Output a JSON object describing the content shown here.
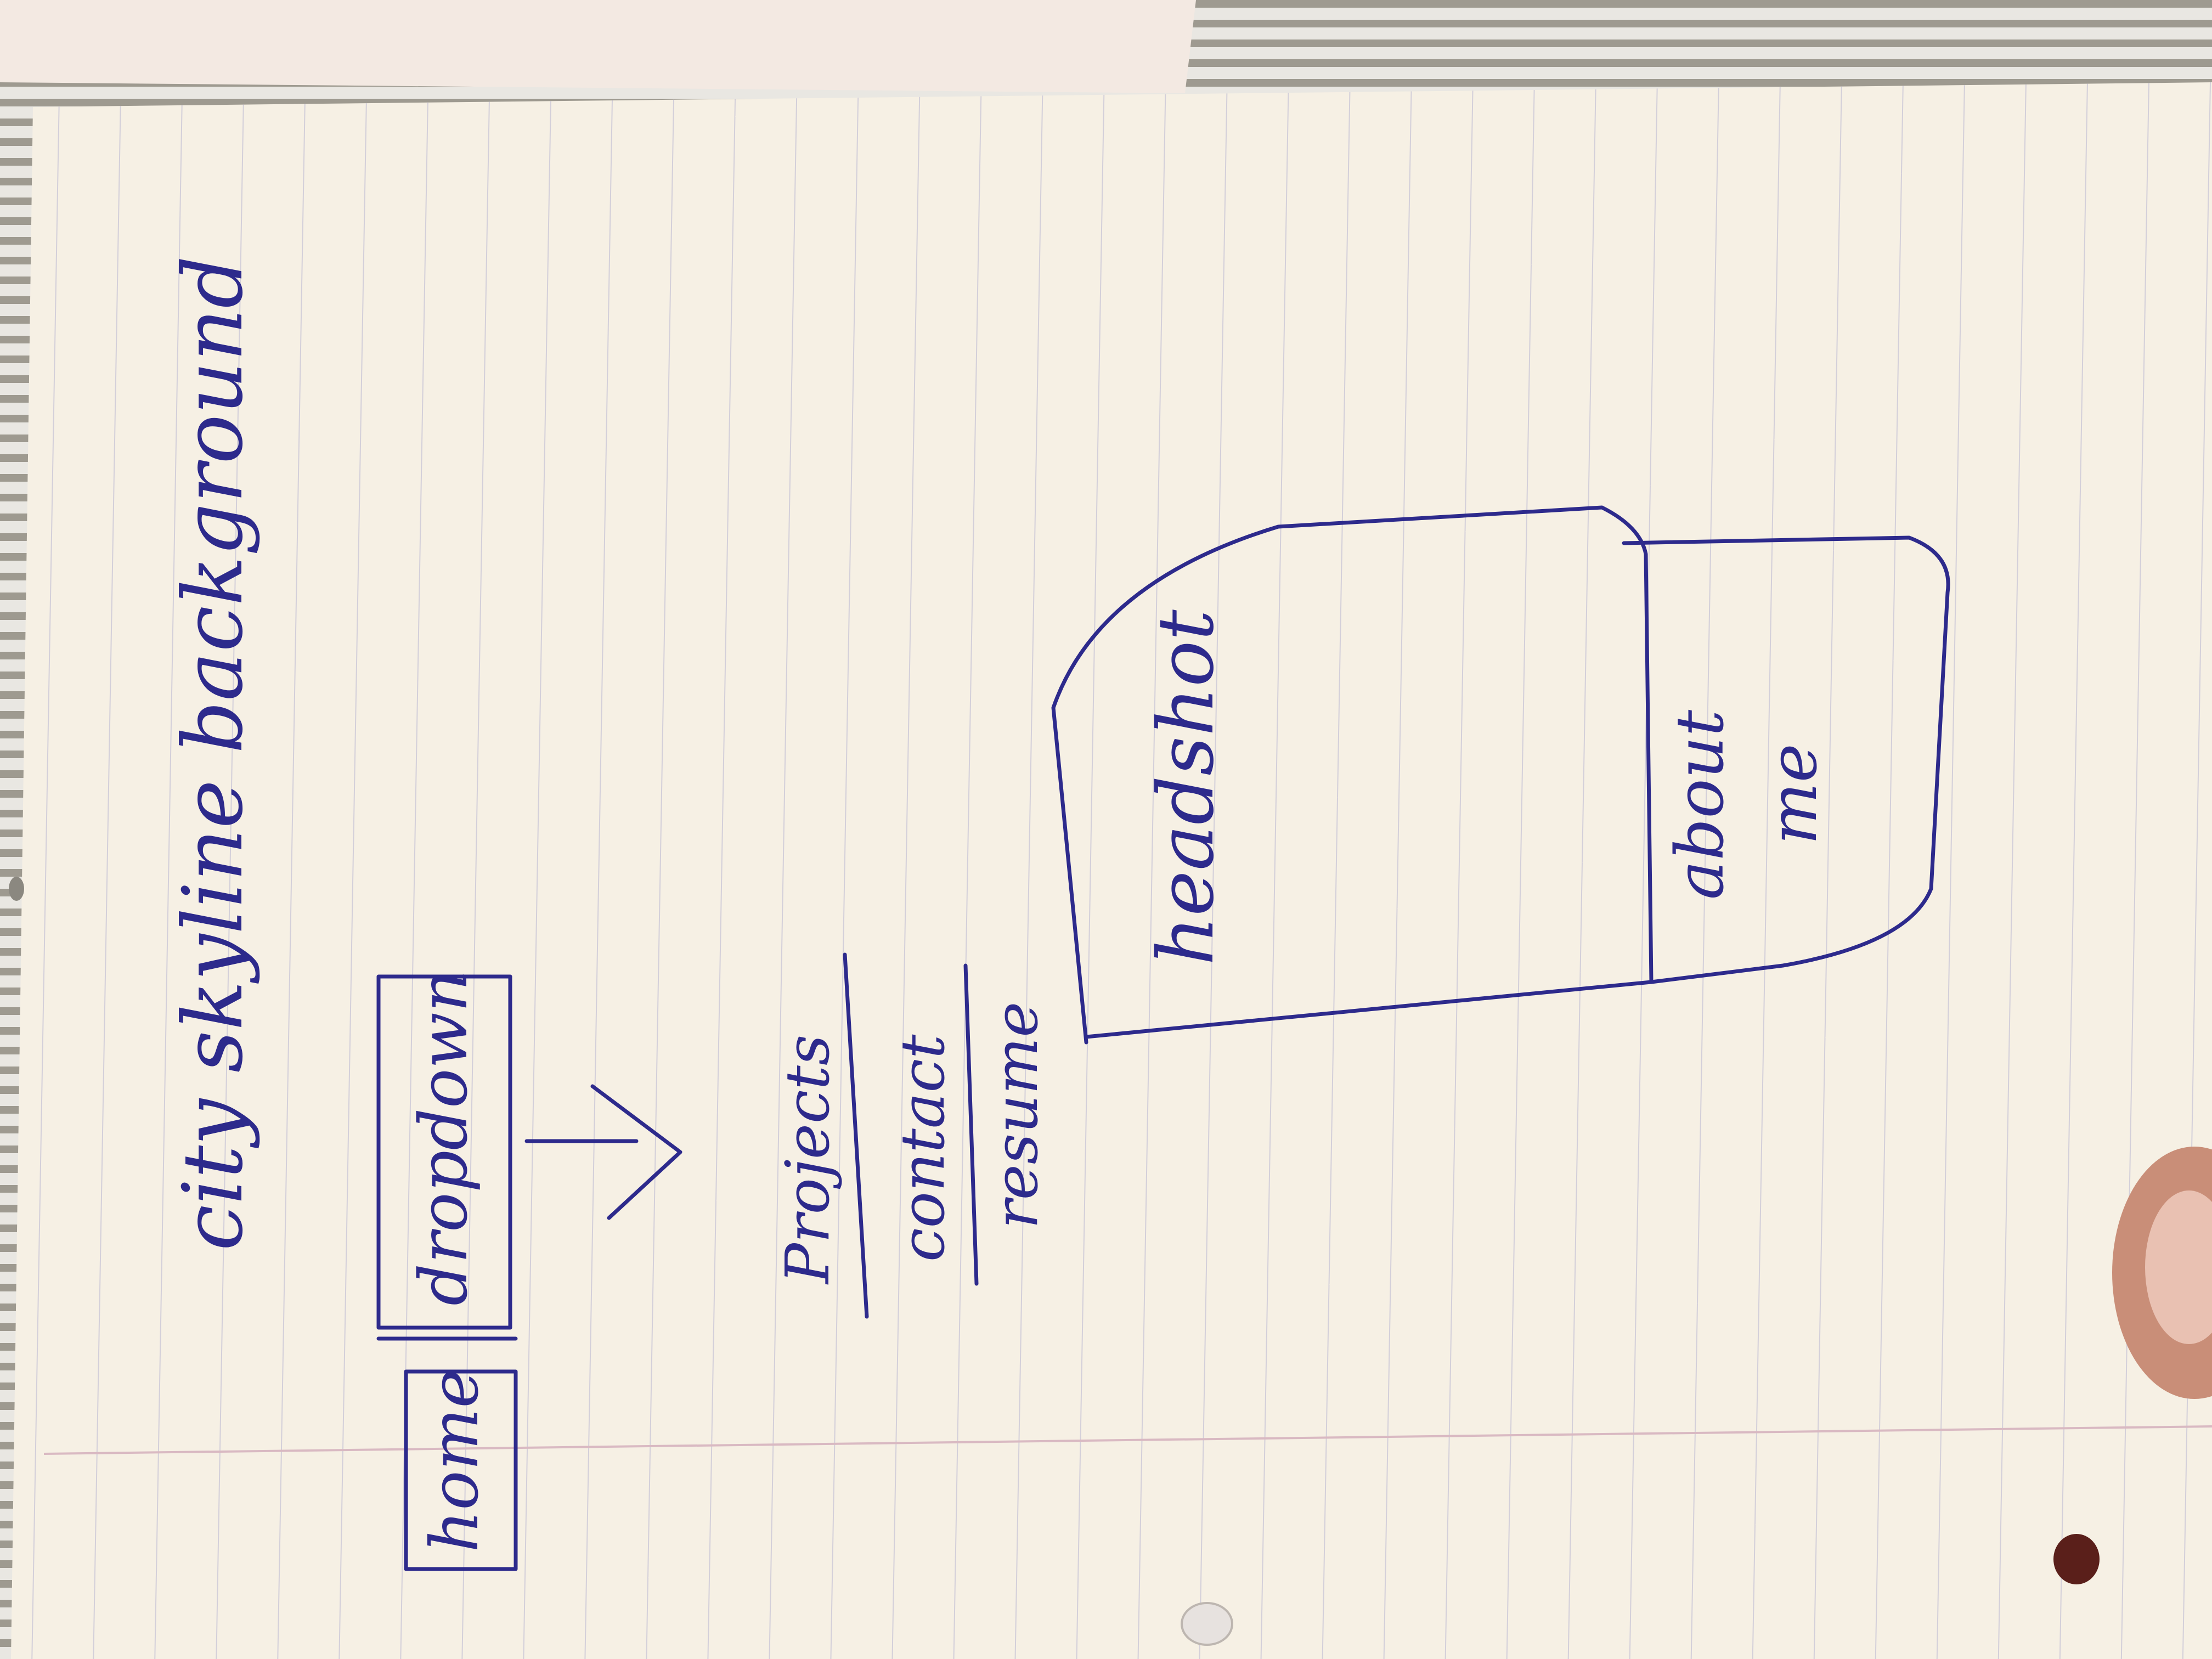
{
  "photo": {
    "description_kind": "photo of a handwritten website wireframe sketch on lined notebook paper, rotated 90 degrees",
    "colors": {
      "paper": "#f6f0e4",
      "rule_lines": "#c9c6d6",
      "ink": "#2d2a8c",
      "background_stripes": "#b7b3a8"
    }
  },
  "sketch": {
    "heading": "city skyline background",
    "nav": {
      "home_label": "home",
      "dropdown_label": "dropdown"
    },
    "dropdown_menu": {
      "items": [
        "Projects",
        "contact",
        "resume"
      ]
    },
    "hero_card": {
      "label": "headshot"
    },
    "about_card": {
      "line1": "about",
      "line2": "me"
    }
  }
}
